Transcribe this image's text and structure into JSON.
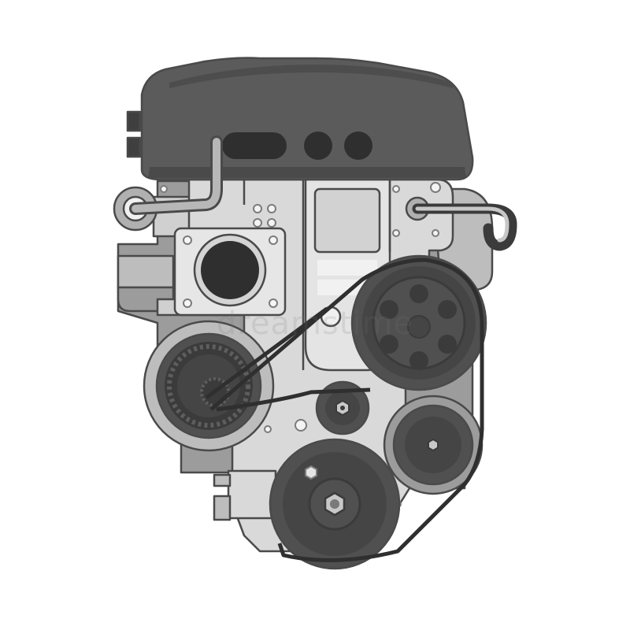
{
  "image": {
    "subject": "car-engine-illustration",
    "watermark_text": "dreamstime"
  },
  "palette": {
    "background": "#ffffff",
    "outline": "#4a4a4a",
    "cover_dark": "#5b5b5b",
    "cover_darker": "#3f3f3f",
    "block_light": "#d9d9d9",
    "block_mid": "#bdbdbd",
    "block_shadow": "#9c9c9c",
    "pulley_dark": "#505050",
    "pulley_darker": "#3b3b3b",
    "hole_black": "#2f2f2f"
  },
  "icons": [
    "engine-cover",
    "intake-port",
    "timing-gear",
    "crank-pulley",
    "tensioner-pulley",
    "alternator-pulley",
    "water-pump-pulley",
    "idler-pulley",
    "drive-belt",
    "hex-bolt"
  ]
}
